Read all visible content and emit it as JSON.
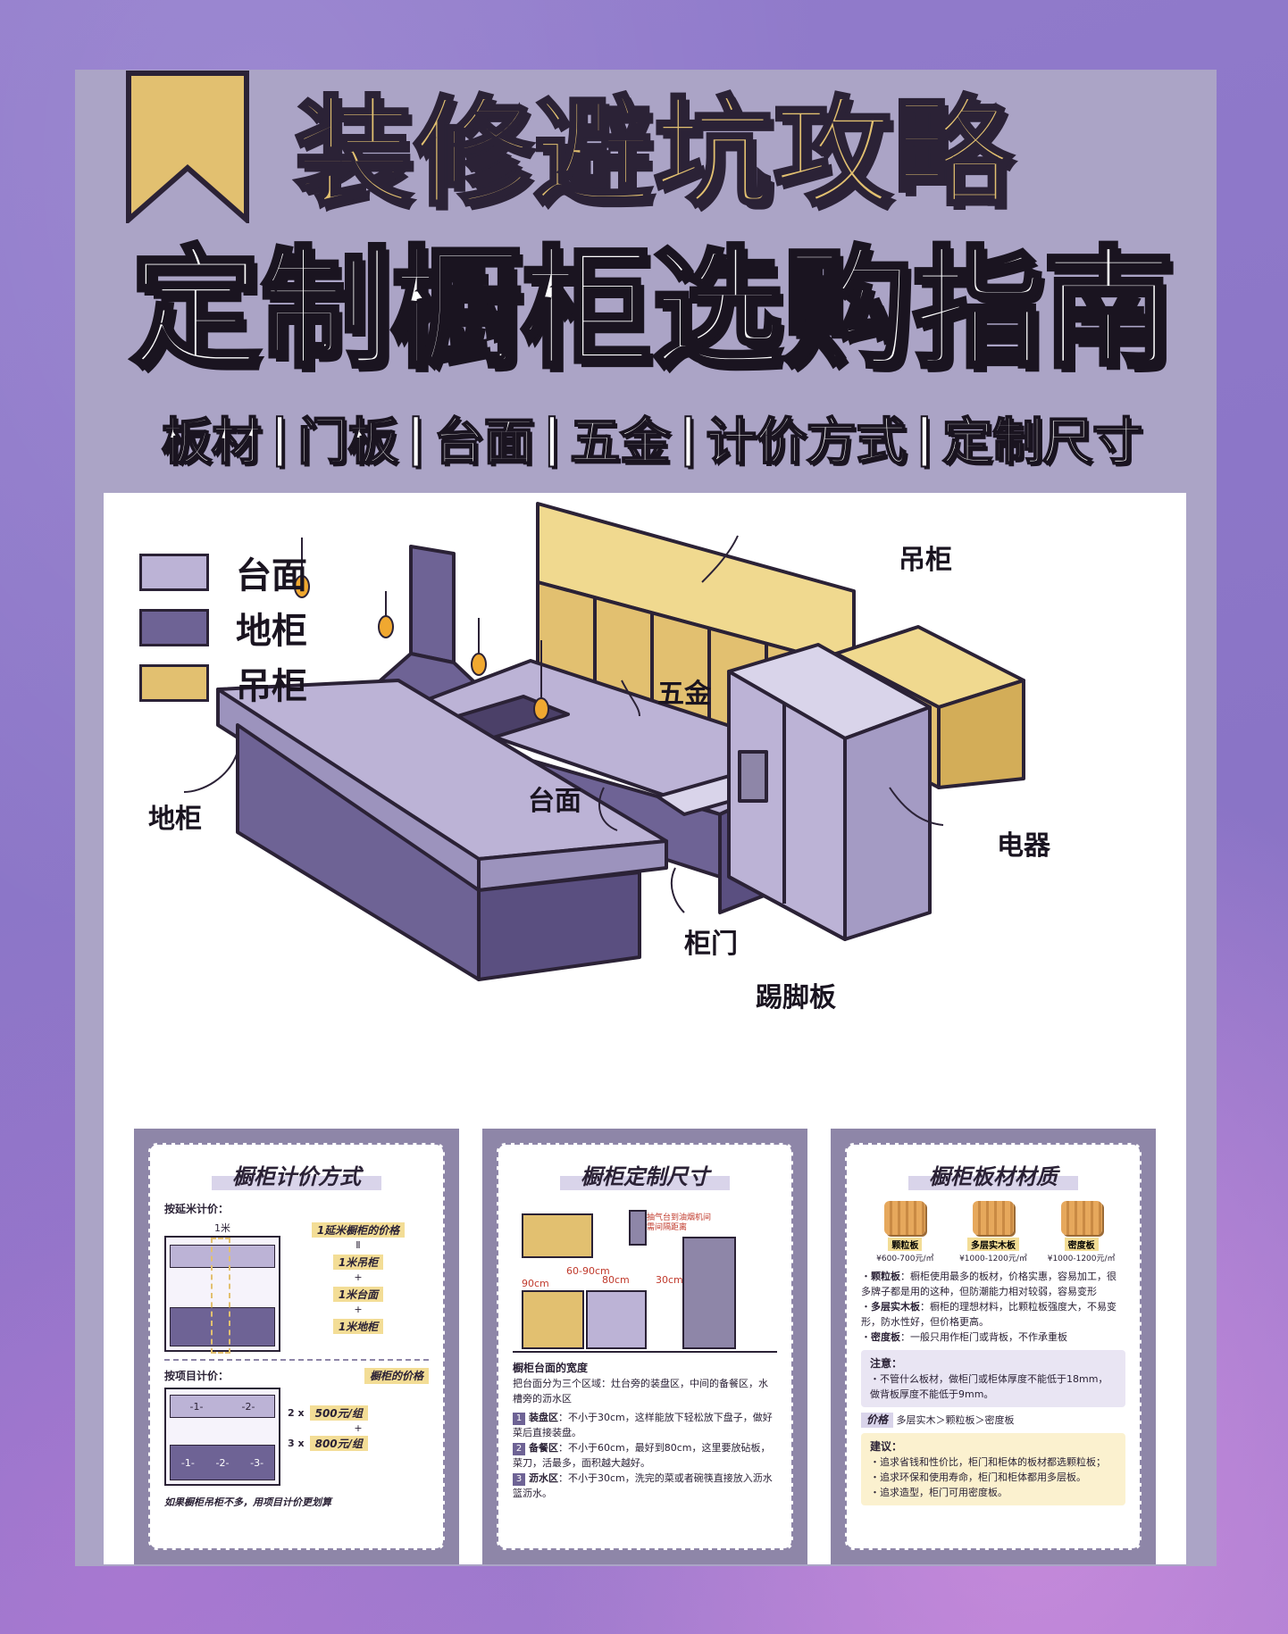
{
  "header": {
    "title_line1": "装修避坑攻略",
    "title_line2": "定制橱柜选购指南",
    "tags": [
      "板材",
      "门板",
      "台面",
      "五金",
      "计价方式",
      "定制尺寸"
    ],
    "tag_separator": "|"
  },
  "legend": [
    {
      "label": "台面",
      "color": "#bcb3d6"
    },
    {
      "label": "地柜",
      "color": "#6e6395"
    },
    {
      "label": "吊柜",
      "color": "#e2c070"
    }
  ],
  "callouts": {
    "hanging_cabinet": "吊柜",
    "hardware": "五金",
    "countertop": "台面",
    "base_cabinet": "地柜",
    "appliance": "电器",
    "cabinet_door": "柜门",
    "kick_board": "踢脚板"
  },
  "card_pricing": {
    "title": "橱柜计价方式",
    "by_meter_label": "按延米计价：",
    "one_meter": "1米",
    "price_per_meter_tag": "1延米橱柜的价格",
    "equals": "Ⅱ",
    "plus": "+",
    "items": [
      "1米吊柜",
      "1米台面",
      "1米地柜"
    ],
    "by_item_label": "按项目计价：",
    "cabinet_price_tag": "橱柜的价格",
    "cabinet_labels": [
      "-1-",
      "-2-",
      "-1-",
      "-2-",
      "-3-"
    ],
    "qty_lines": [
      {
        "qty": "2 x",
        "price": "500元/组"
      },
      {
        "qty": "3 x",
        "price": "800元/组"
      }
    ],
    "footnote": "如果橱柜吊柜不多，用项目计价更划算"
  },
  "card_size": {
    "title": "橱柜定制尺寸",
    "annotations": [
      "60-90cm",
      "80cm",
      "30cm",
      "90cm"
    ],
    "note_red": "抽气台到油烟机间需间隔距离",
    "heading": "橱柜台面的宽度",
    "intro": "把台面分为三个区域：灶台旁的装盘区，中间的备餐区，水槽旁的沥水区",
    "zones": [
      {
        "n": "1",
        "name": "装盘区",
        "text": "：不小于30cm，这样能放下轻松放下盘子，做好菜后直接装盘。"
      },
      {
        "n": "2",
        "name": "备餐区",
        "text": "：不小于60cm，最好到80cm，这里要放砧板，菜刀，活最多，面积越大越好。"
      },
      {
        "n": "3",
        "name": "沥水区",
        "text": "：不小于30cm，洗完的菜或者碗筷直接放入沥水篮沥水。"
      }
    ]
  },
  "card_material": {
    "title": "橱柜板材材质",
    "materials": [
      {
        "name": "颗粒板",
        "price": "¥600-700元/㎡"
      },
      {
        "name": "多层实木板",
        "price": "¥1000-1200元/㎡"
      },
      {
        "name": "密度板",
        "price": "¥1000-1200元/㎡"
      }
    ],
    "descriptions": [
      {
        "name": "颗粒板",
        "text": "：橱柜使用最多的板材，价格实惠，容易加工，很多牌子都是用的这种，但防潮能力相对较弱，容易变形"
      },
      {
        "name": "多层实木板",
        "text": "：橱柜的理想材料，比颗粒板强度大，不易变形，防水性好，但价格更高。"
      },
      {
        "name": "密度板",
        "text": "：一般只用作柜门或背板，不作承重板"
      }
    ],
    "note_title": "注意：",
    "note_text": "・不管什么板材，做柜门或柜体厚度不能低于18mm，做背板厚度不能低于9mm。",
    "price_label": "价格",
    "price_order": "多层实木＞颗粒板＞密度板",
    "suggest_title": "建议：",
    "suggestions": [
      "・追求省钱和性价比，柜门和柜体的板材都选颗粒板；",
      "・追求环保和使用寿命，柜门和柜体都用多层板。",
      "・追求造型，柜门可用密度板。"
    ]
  }
}
